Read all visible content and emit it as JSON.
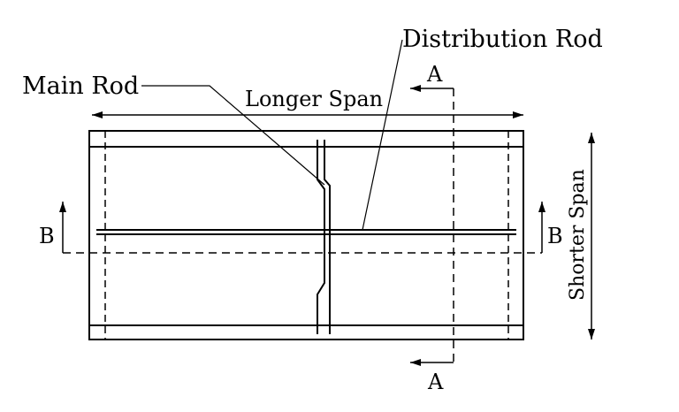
{
  "diagram": {
    "labels": {
      "main_rod": "Main Rod",
      "distribution_rod": "Distribution Rod",
      "longer_span": "Longer Span",
      "shorter_span": "Shorter Span",
      "section_a_top": "A",
      "section_a_bottom": "A",
      "section_b_left": "B",
      "section_b_right": "B"
    },
    "colors": {
      "line": "#000000",
      "background": "#ffffff"
    }
  }
}
